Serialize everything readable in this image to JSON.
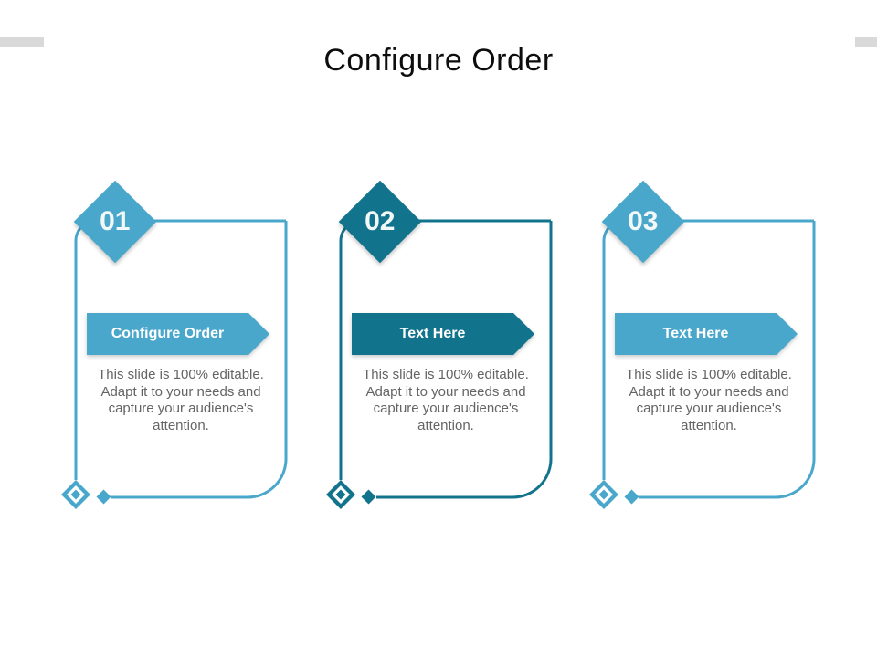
{
  "slide": {
    "title": "Configure Order"
  },
  "colors": {
    "light_blue": "#4aa7cc",
    "teal": "#12738c",
    "title_text": "#0d0d0d",
    "body_text": "#646464",
    "decor_bar": "#d9d9d9",
    "number_text": "#f2f8f8"
  },
  "cards": [
    {
      "number": "01",
      "ribbon_label": "Configure Order",
      "description": "This slide is 100% editable. Adapt it to your needs and capture your audience's attention.",
      "accent": "#4aa7cc"
    },
    {
      "number": "02",
      "ribbon_label": "Text Here",
      "description": "This slide is 100% editable. Adapt it to your needs and capture your audience's attention.",
      "accent": "#12738c"
    },
    {
      "number": "03",
      "ribbon_label": "Text Here",
      "description": "This slide is 100% editable. Adapt it to your needs and capture your audience's attention.",
      "accent": "#4aa7cc"
    }
  ]
}
